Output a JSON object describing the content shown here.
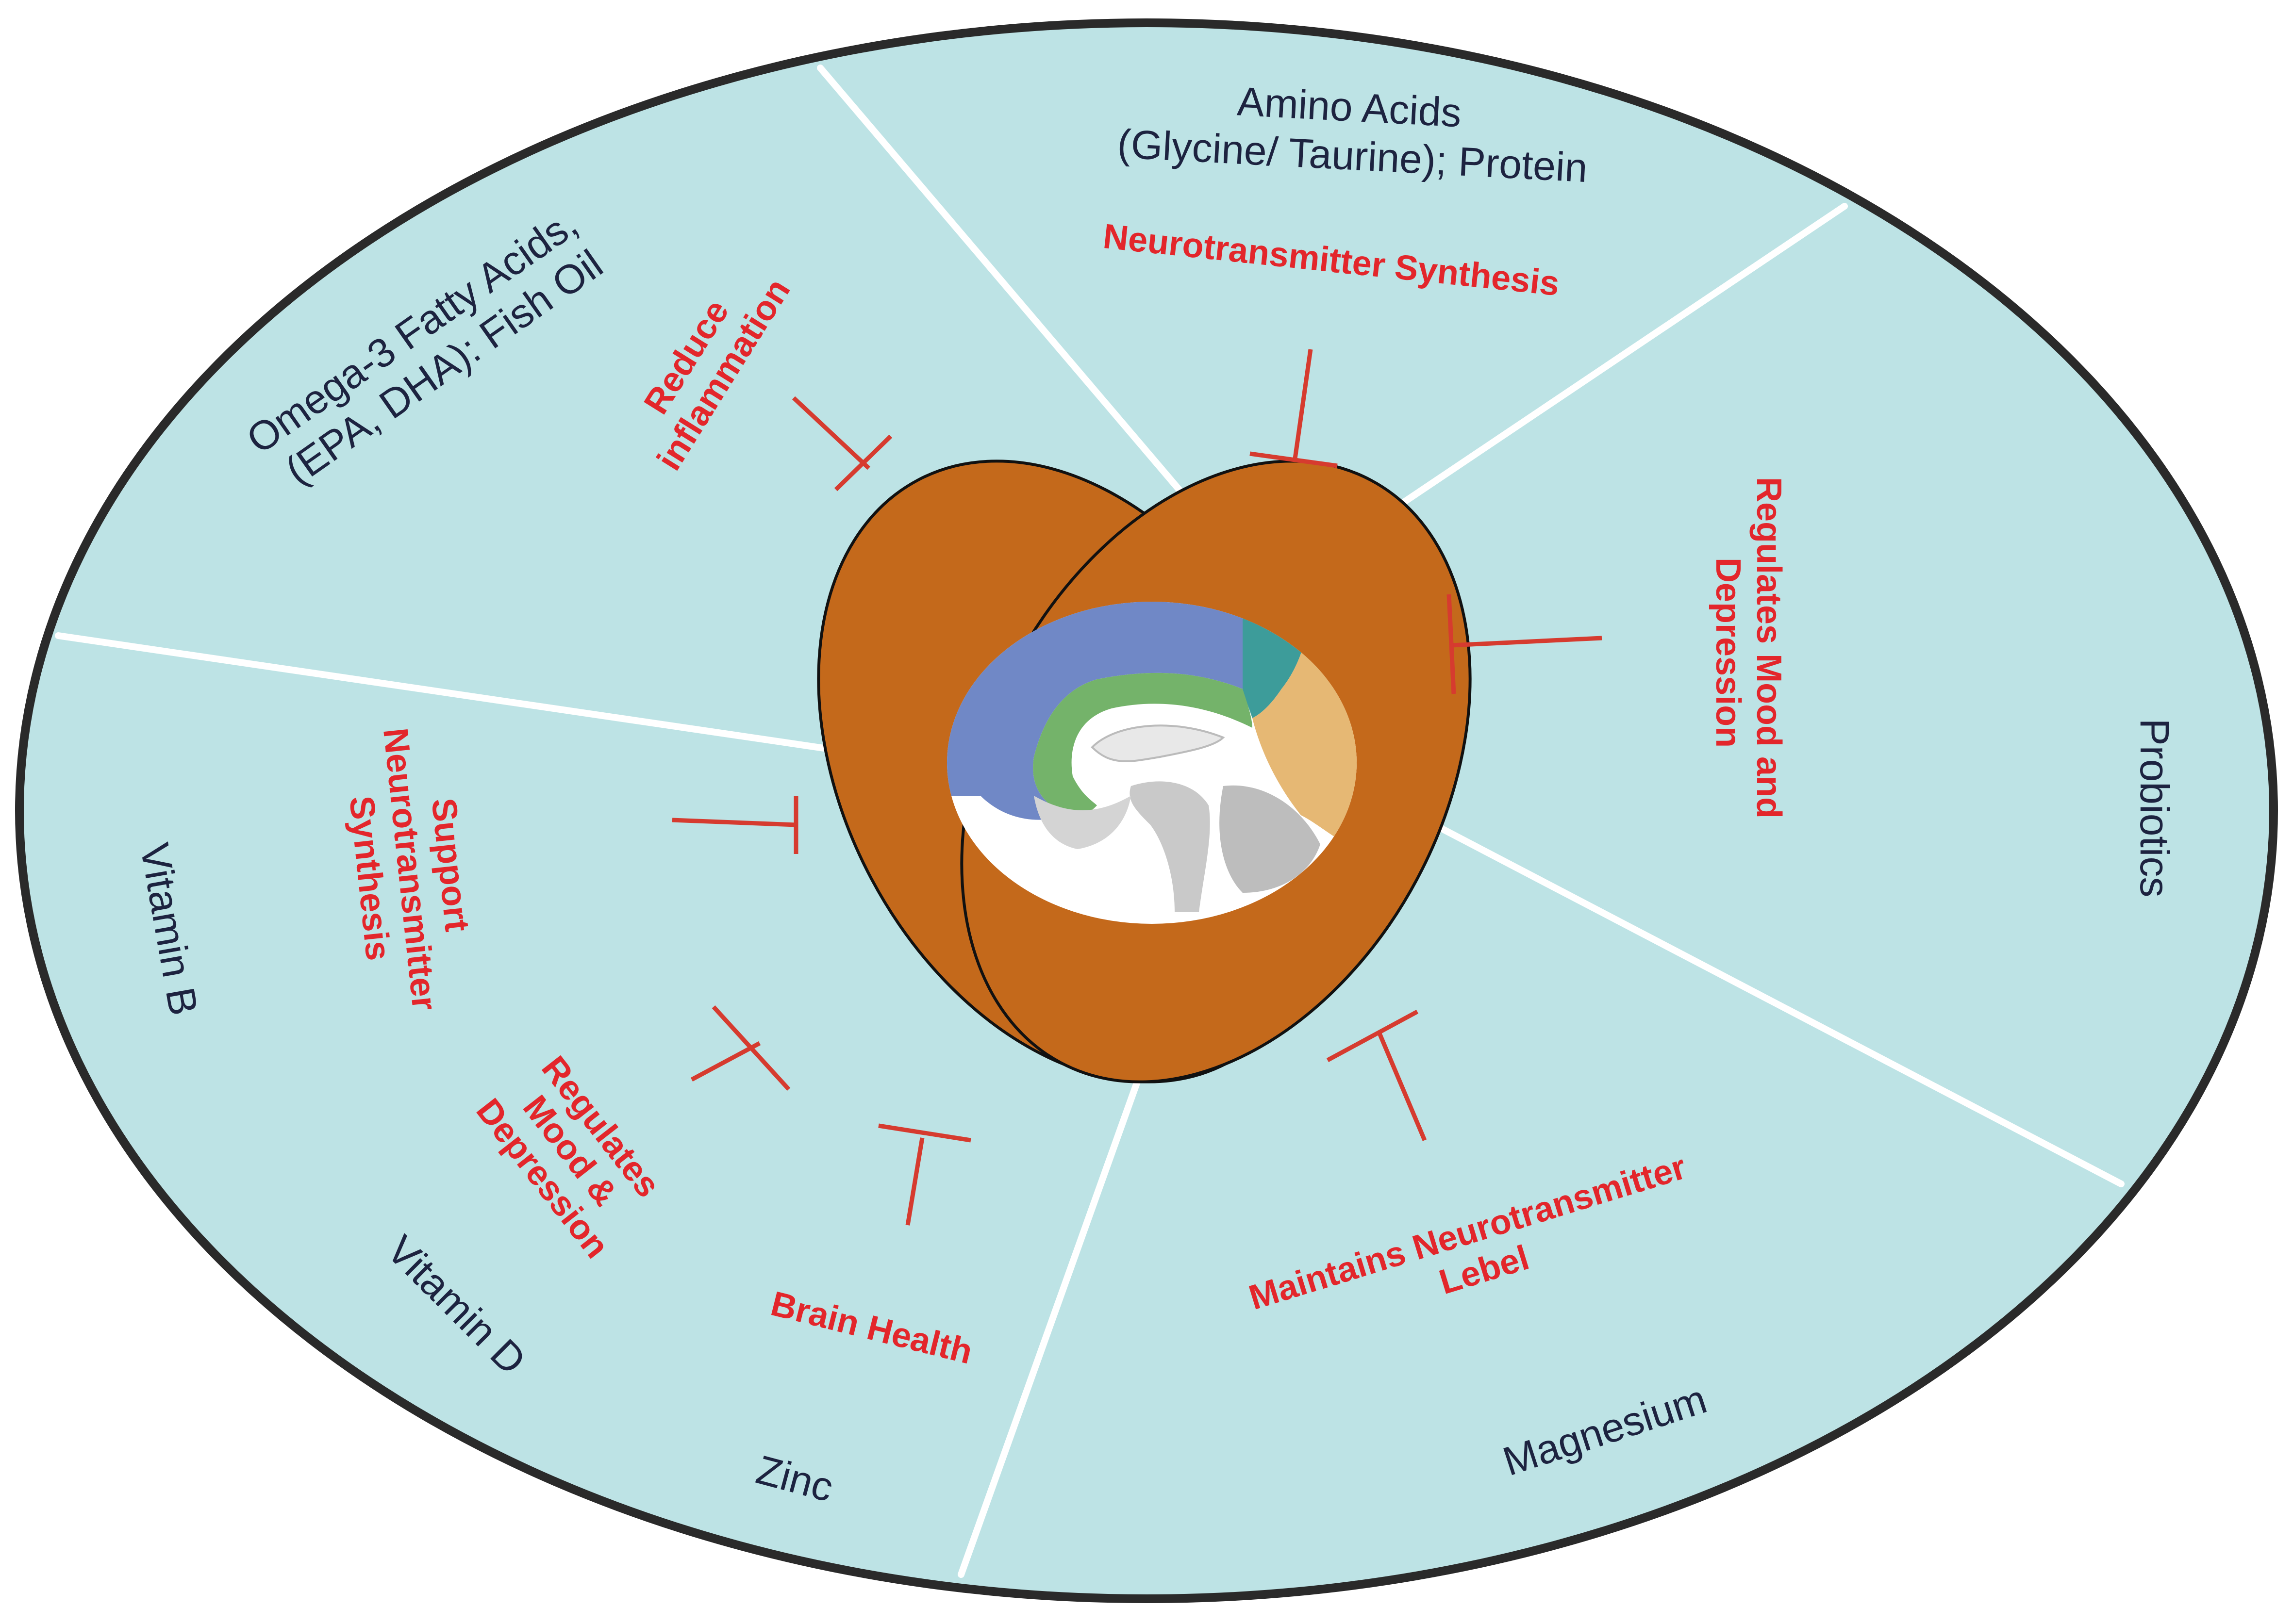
{
  "colors": {
    "panel_fill": "#bde3e5",
    "outline": "#2a2a2a",
    "divider": "#ffffff",
    "petal": "#c4691b",
    "nutrient_text": "#1d2340",
    "effect_text": "#e3262b",
    "inhibitor": "#d63b2f",
    "brain_frontal": "#7088c6",
    "brain_limbic": "#74b36a",
    "brain_parietal": "#3d9c9a",
    "brain_occipital": "#e6b874"
  },
  "nutrients": {
    "omega3": [
      "Omega-3 Fatty Acids,",
      "(EPA, DHA): Fish Oil"
    ],
    "amino": [
      "Amino Acids",
      "(Glycine/ Taurine); Protein"
    ],
    "probiotics": "Probiotics",
    "vitamin_b": "Vitamin B",
    "vitamin_d": "Vitamin D",
    "zinc": "Zinc",
    "magnesium": "Magnesium"
  },
  "effects": {
    "reduce_inflammation": [
      "Reduce",
      "inflammation"
    ],
    "neurotransmitter_synthesis": "Neurotransmitter Synthesis",
    "regulates_mood_right": [
      "Regulates Mood and",
      "Depression"
    ],
    "support_synthesis": [
      "Support",
      "Neurotransmitter",
      "Synthesis"
    ],
    "regulates_mood_left": [
      "Regulates",
      "Mood &",
      "Depression"
    ],
    "brain_health": "Brain Health",
    "maintains_level": [
      "Maintains Neurotransmitter",
      "Lebel"
    ]
  }
}
